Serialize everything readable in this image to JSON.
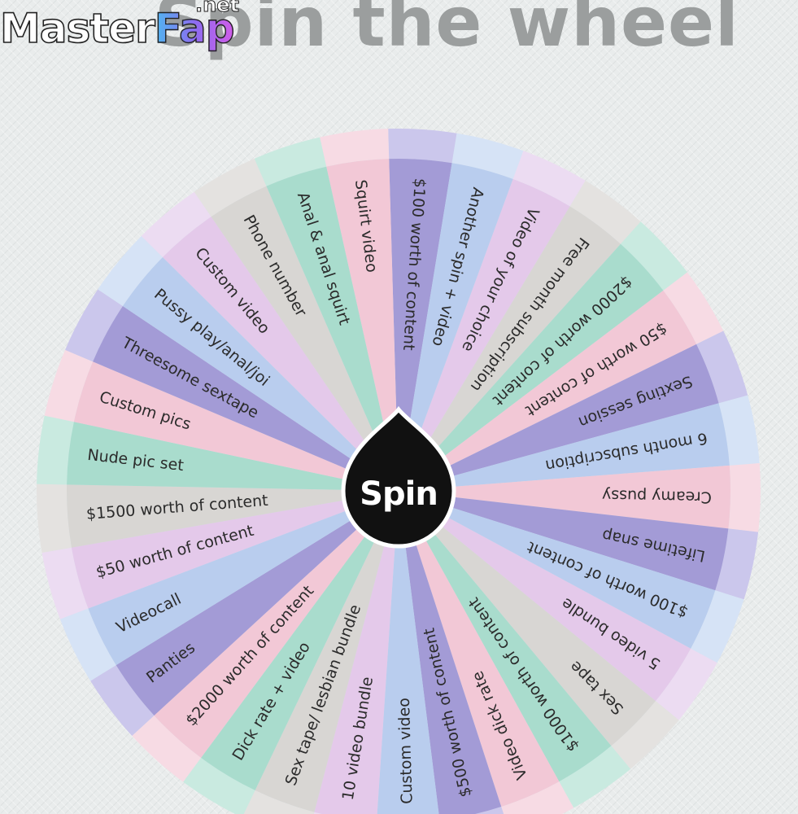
{
  "title": "Spin the wheel",
  "logo": {
    "name_white": "Master",
    "name_color": "Fap",
    "tld": ".net"
  },
  "spin_button": {
    "label": "Spin"
  },
  "wheel": {
    "rim_color": "#d3e2ea",
    "center_color": "#111111",
    "segments": [
      {
        "label": "$100 worth of content",
        "color": "#a39bd6",
        "rim": "#cbc7ec"
      },
      {
        "label": "Another spin + video",
        "color": "#b9cdee",
        "rim": "#d6e3f6"
      },
      {
        "label": "Video of your choice",
        "color": "#e4c9ea",
        "rim": "#ecdcf2"
      },
      {
        "label": "Free month subscription",
        "color": "#d8d6d3",
        "rim": "#e4e2e0"
      },
      {
        "label": "$2000 worth of content",
        "color": "#a9dccd",
        "rim": "#c9eae0"
      },
      {
        "label": "$50 worth of content",
        "color": "#f2c8d6",
        "rim": "#f7dbe4"
      },
      {
        "label": "Sexting session",
        "color": "#a39bd6",
        "rim": "#cbc7ec"
      },
      {
        "label": "6 month subscription",
        "color": "#b9cdee",
        "rim": "#d6e3f6"
      },
      {
        "label": "Creamy pussy",
        "color": "#f2c8d6",
        "rim": "#f7dbe4"
      },
      {
        "label": "Lifetime snap",
        "color": "#a39bd6",
        "rim": "#cbc7ec"
      },
      {
        "label": "$100 worth of content",
        "color": "#b9cdee",
        "rim": "#d6e3f6"
      },
      {
        "label": "5 video bundle",
        "color": "#e4c9ea",
        "rim": "#ecdcf2"
      },
      {
        "label": "Sex tape",
        "color": "#d8d6d3",
        "rim": "#e4e2e0"
      },
      {
        "label": "$1000 worth of content",
        "color": "#a9dccd",
        "rim": "#c9eae0"
      },
      {
        "label": "Video dick rate",
        "color": "#f2c8d6",
        "rim": "#f7dbe4"
      },
      {
        "label": "$500 worth of content",
        "color": "#a39bd6",
        "rim": "#cbc7ec"
      },
      {
        "label": "Custom video",
        "color": "#b9cdee",
        "rim": "#d6e3f6"
      },
      {
        "label": "10 video bundle",
        "color": "#e4c9ea",
        "rim": "#ecdcf2"
      },
      {
        "label": "Sex tape/ lesbian bundle",
        "color": "#d8d6d3",
        "rim": "#e4e2e0"
      },
      {
        "label": "Dick rate + video",
        "color": "#a9dccd",
        "rim": "#c9eae0"
      },
      {
        "label": "$2000 worth of content",
        "color": "#f2c8d6",
        "rim": "#f7dbe4"
      },
      {
        "label": "Panties",
        "color": "#a39bd6",
        "rim": "#cbc7ec"
      },
      {
        "label": "Videocall",
        "color": "#b9cdee",
        "rim": "#d6e3f6"
      },
      {
        "label": "$50 worth of content",
        "color": "#e4c9ea",
        "rim": "#ecdcf2"
      },
      {
        "label": "$1500 worth of content",
        "color": "#d8d6d3",
        "rim": "#e4e2e0"
      },
      {
        "label": "Nude pic set",
        "color": "#a9dccd",
        "rim": "#c9eae0"
      },
      {
        "label": "Custom pics",
        "color": "#f2c8d6",
        "rim": "#f7dbe4"
      },
      {
        "label": "Threesome sextape",
        "color": "#a39bd6",
        "rim": "#cbc7ec"
      },
      {
        "label": "Pussy play/anal/joi",
        "color": "#b9cdee",
        "rim": "#d6e3f6"
      },
      {
        "label": "Custom video",
        "color": "#e4c9ea",
        "rim": "#ecdcf2"
      },
      {
        "label": "Phone number",
        "color": "#d8d6d3",
        "rim": "#e4e2e0"
      },
      {
        "label": "Anal & anal squirt",
        "color": "#a9dccd",
        "rim": "#c9eae0"
      },
      {
        "label": "Squirt video",
        "color": "#f2c8d6",
        "rim": "#f7dbe4"
      }
    ]
  }
}
